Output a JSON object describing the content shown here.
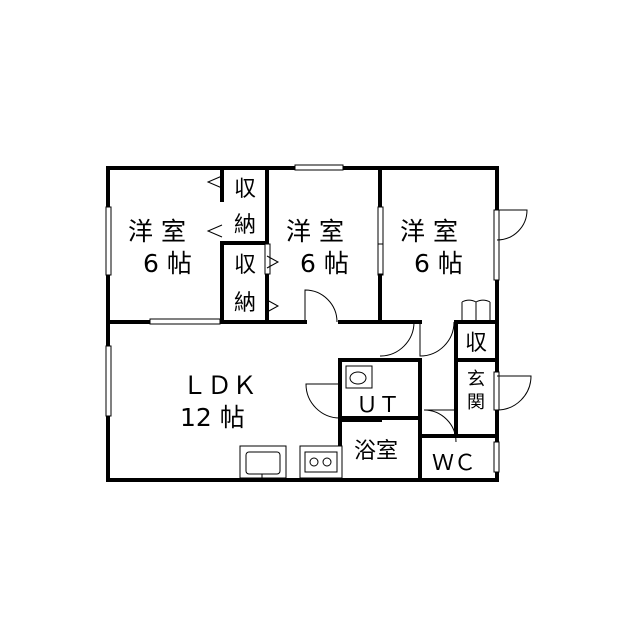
{
  "rooms": {
    "western1": {
      "name": "洋 室",
      "size": "6 帖"
    },
    "western2": {
      "name": "洋 室",
      "size": "6 帖"
    },
    "western3": {
      "name": "洋 室",
      "size": "6 帖"
    },
    "ldk": {
      "name": "ＬＤＫ",
      "size": "12 帖"
    },
    "closet1": {
      "top": "収",
      "bottom": "納"
    },
    "closet2": {
      "top": "収",
      "bottom": "納"
    },
    "closet3": {
      "label": "収"
    },
    "entrance": {
      "top": "玄",
      "bottom": "関"
    },
    "utility": {
      "label": "ＵＴ"
    },
    "bath": {
      "label": "浴室"
    },
    "wc": {
      "label": "ＷＣ"
    }
  }
}
